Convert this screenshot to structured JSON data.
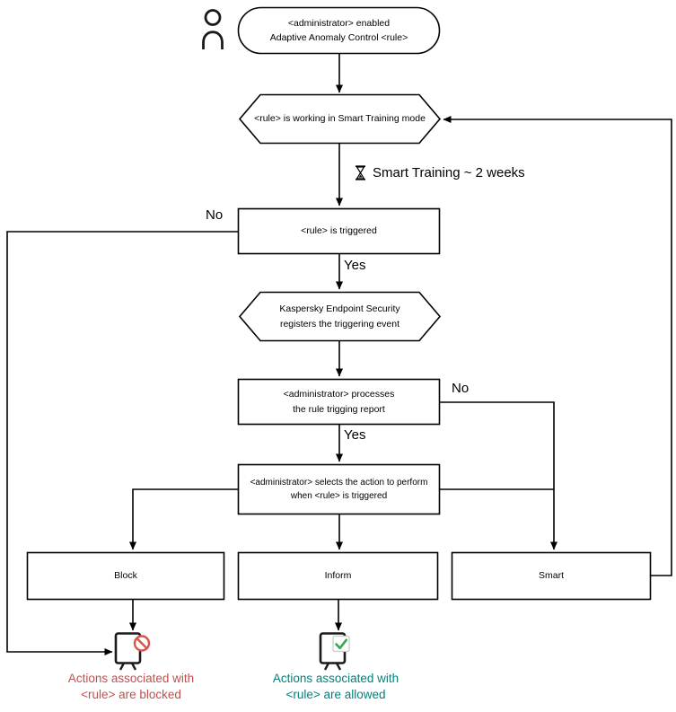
{
  "diagram": {
    "start": {
      "line1": "<administrator> enabled",
      "line2": "Adaptive Anomaly Control <rule>"
    },
    "training_mode": {
      "label": "<rule> is working in Smart Training mode"
    },
    "training_duration": {
      "label": "Smart Training ~ 2 weeks"
    },
    "triggered": {
      "label": "<rule> is triggered"
    },
    "registers": {
      "line1": "Kaspersky Endpoint Security",
      "line2": "registers the triggering event"
    },
    "processes": {
      "line1": "<administrator> processes",
      "line2": "the rule trigging report"
    },
    "selects": {
      "line1": "<administrator> selects the action to perform",
      "line2": "when <rule> is triggered"
    },
    "actions": {
      "block": "Block",
      "inform": "Inform",
      "smart": "Smart"
    },
    "edge_labels": {
      "no_triggered": "No",
      "yes_triggered": "Yes",
      "no_report": "No",
      "yes_report": "Yes"
    },
    "outcome_blocked": {
      "line1": "Actions associated with",
      "line2": "<rule> are blocked"
    },
    "outcome_allowed": {
      "line1": "Actions associated with",
      "line2": "<rule> are allowed"
    }
  },
  "colors": {
    "line": "#000000",
    "blocked_text": "#c0504d",
    "allowed_text": "#00827e",
    "prohibition": "#dd5249",
    "check": "#3aa653"
  }
}
